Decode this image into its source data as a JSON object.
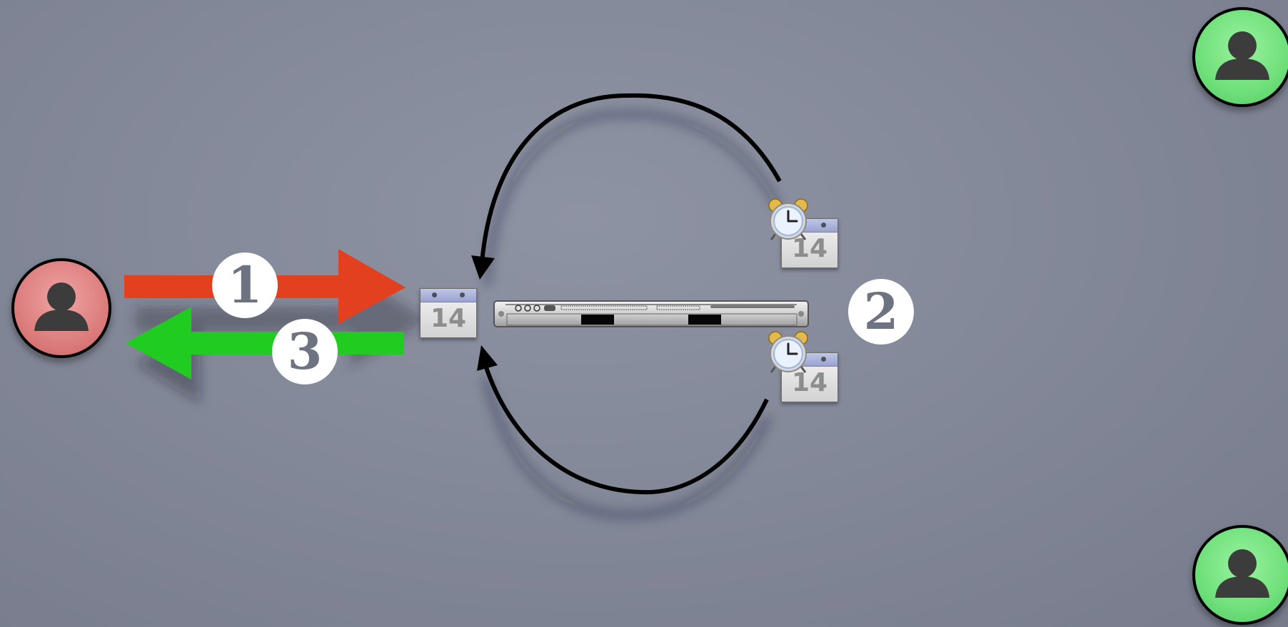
{
  "steps": {
    "request": "1",
    "schedule": "2",
    "response": "3"
  },
  "calendar_day": "14",
  "icons": {
    "requester": "person-icon",
    "attendees": "person-icon",
    "calendar": "calendar-icon",
    "alarm": "alarm-clock-icon",
    "server": "server-rack-icon"
  },
  "colors": {
    "background": "#868a9a",
    "requester_fill": "#e08a8a",
    "attendee_fill": "#6fe07a",
    "request_arrow": "#e2401f",
    "response_arrow": "#1fcc1f",
    "step_badge": "#ffffff",
    "loop_arrow": "#000000"
  }
}
